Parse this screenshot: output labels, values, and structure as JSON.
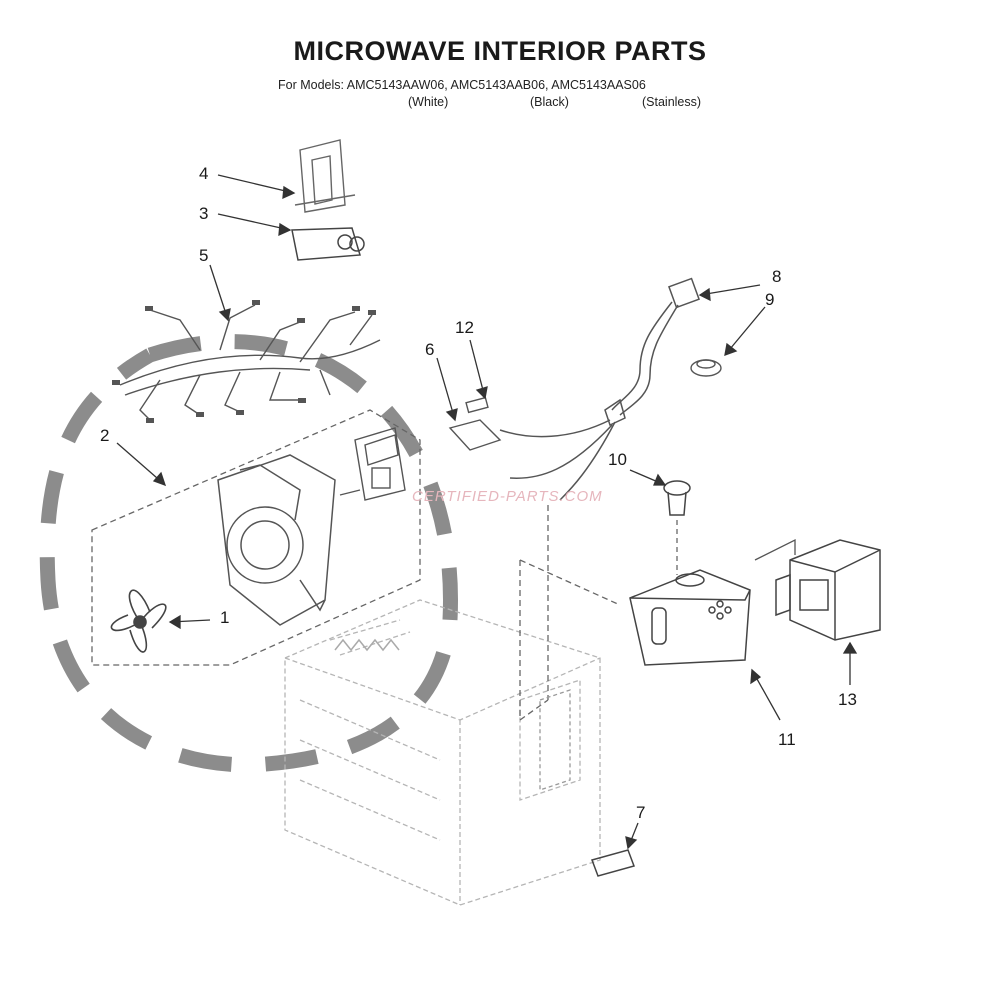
{
  "header": {
    "title": "MICROWAVE INTERIOR PARTS",
    "models_line": "For Models: AMC5143AAW06, AMC5143AAB06, AMC5143AAS06",
    "variants": [
      "(White)",
      "(Black)",
      "(Stainless)"
    ]
  },
  "callouts": [
    "1",
    "2",
    "3",
    "4",
    "5",
    "6",
    "7",
    "8",
    "9",
    "10",
    "11",
    "12",
    "13"
  ],
  "watermark": "CERTIFIED-PARTS.COM",
  "colors": {
    "line": "#555555",
    "light_line": "#aaaaaa",
    "highlight": "#8c8c8c",
    "watermark": "#e6b6bd"
  }
}
